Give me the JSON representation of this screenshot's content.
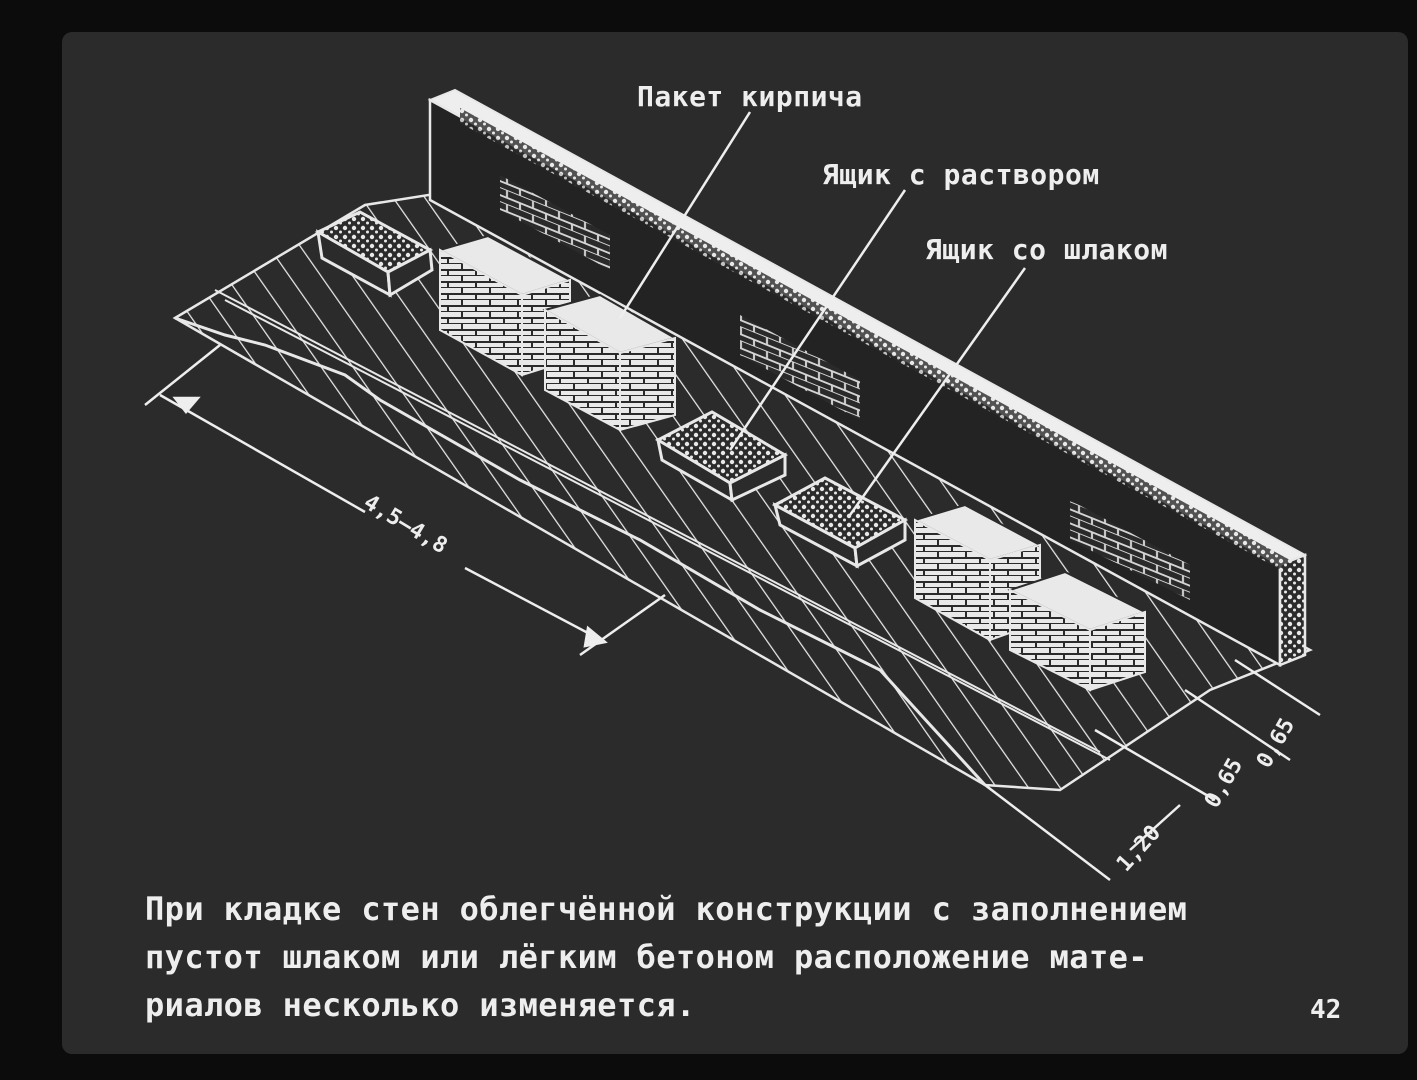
{
  "labels": {
    "brick_package": "Пакет кирпича",
    "mortar_box": "Ящик с раствором",
    "slag_box": "Ящик со шлаком"
  },
  "dimensions": {
    "work_zone": "4,5—4,8",
    "d120": "1,20",
    "d065a": "0,65",
    "d065b": "0,65"
  },
  "caption": {
    "line1": "При кладке стен облегчённой конструкции с заполнением",
    "line2": "пустот шлаком или лёгким бетоном расположение мате-",
    "line3": "риалов несколько изменяется."
  },
  "page_number": "42",
  "colors": {
    "background": "#2b2b2b",
    "lines": "#eeeeee",
    "frame": "#0c0c0c"
  }
}
